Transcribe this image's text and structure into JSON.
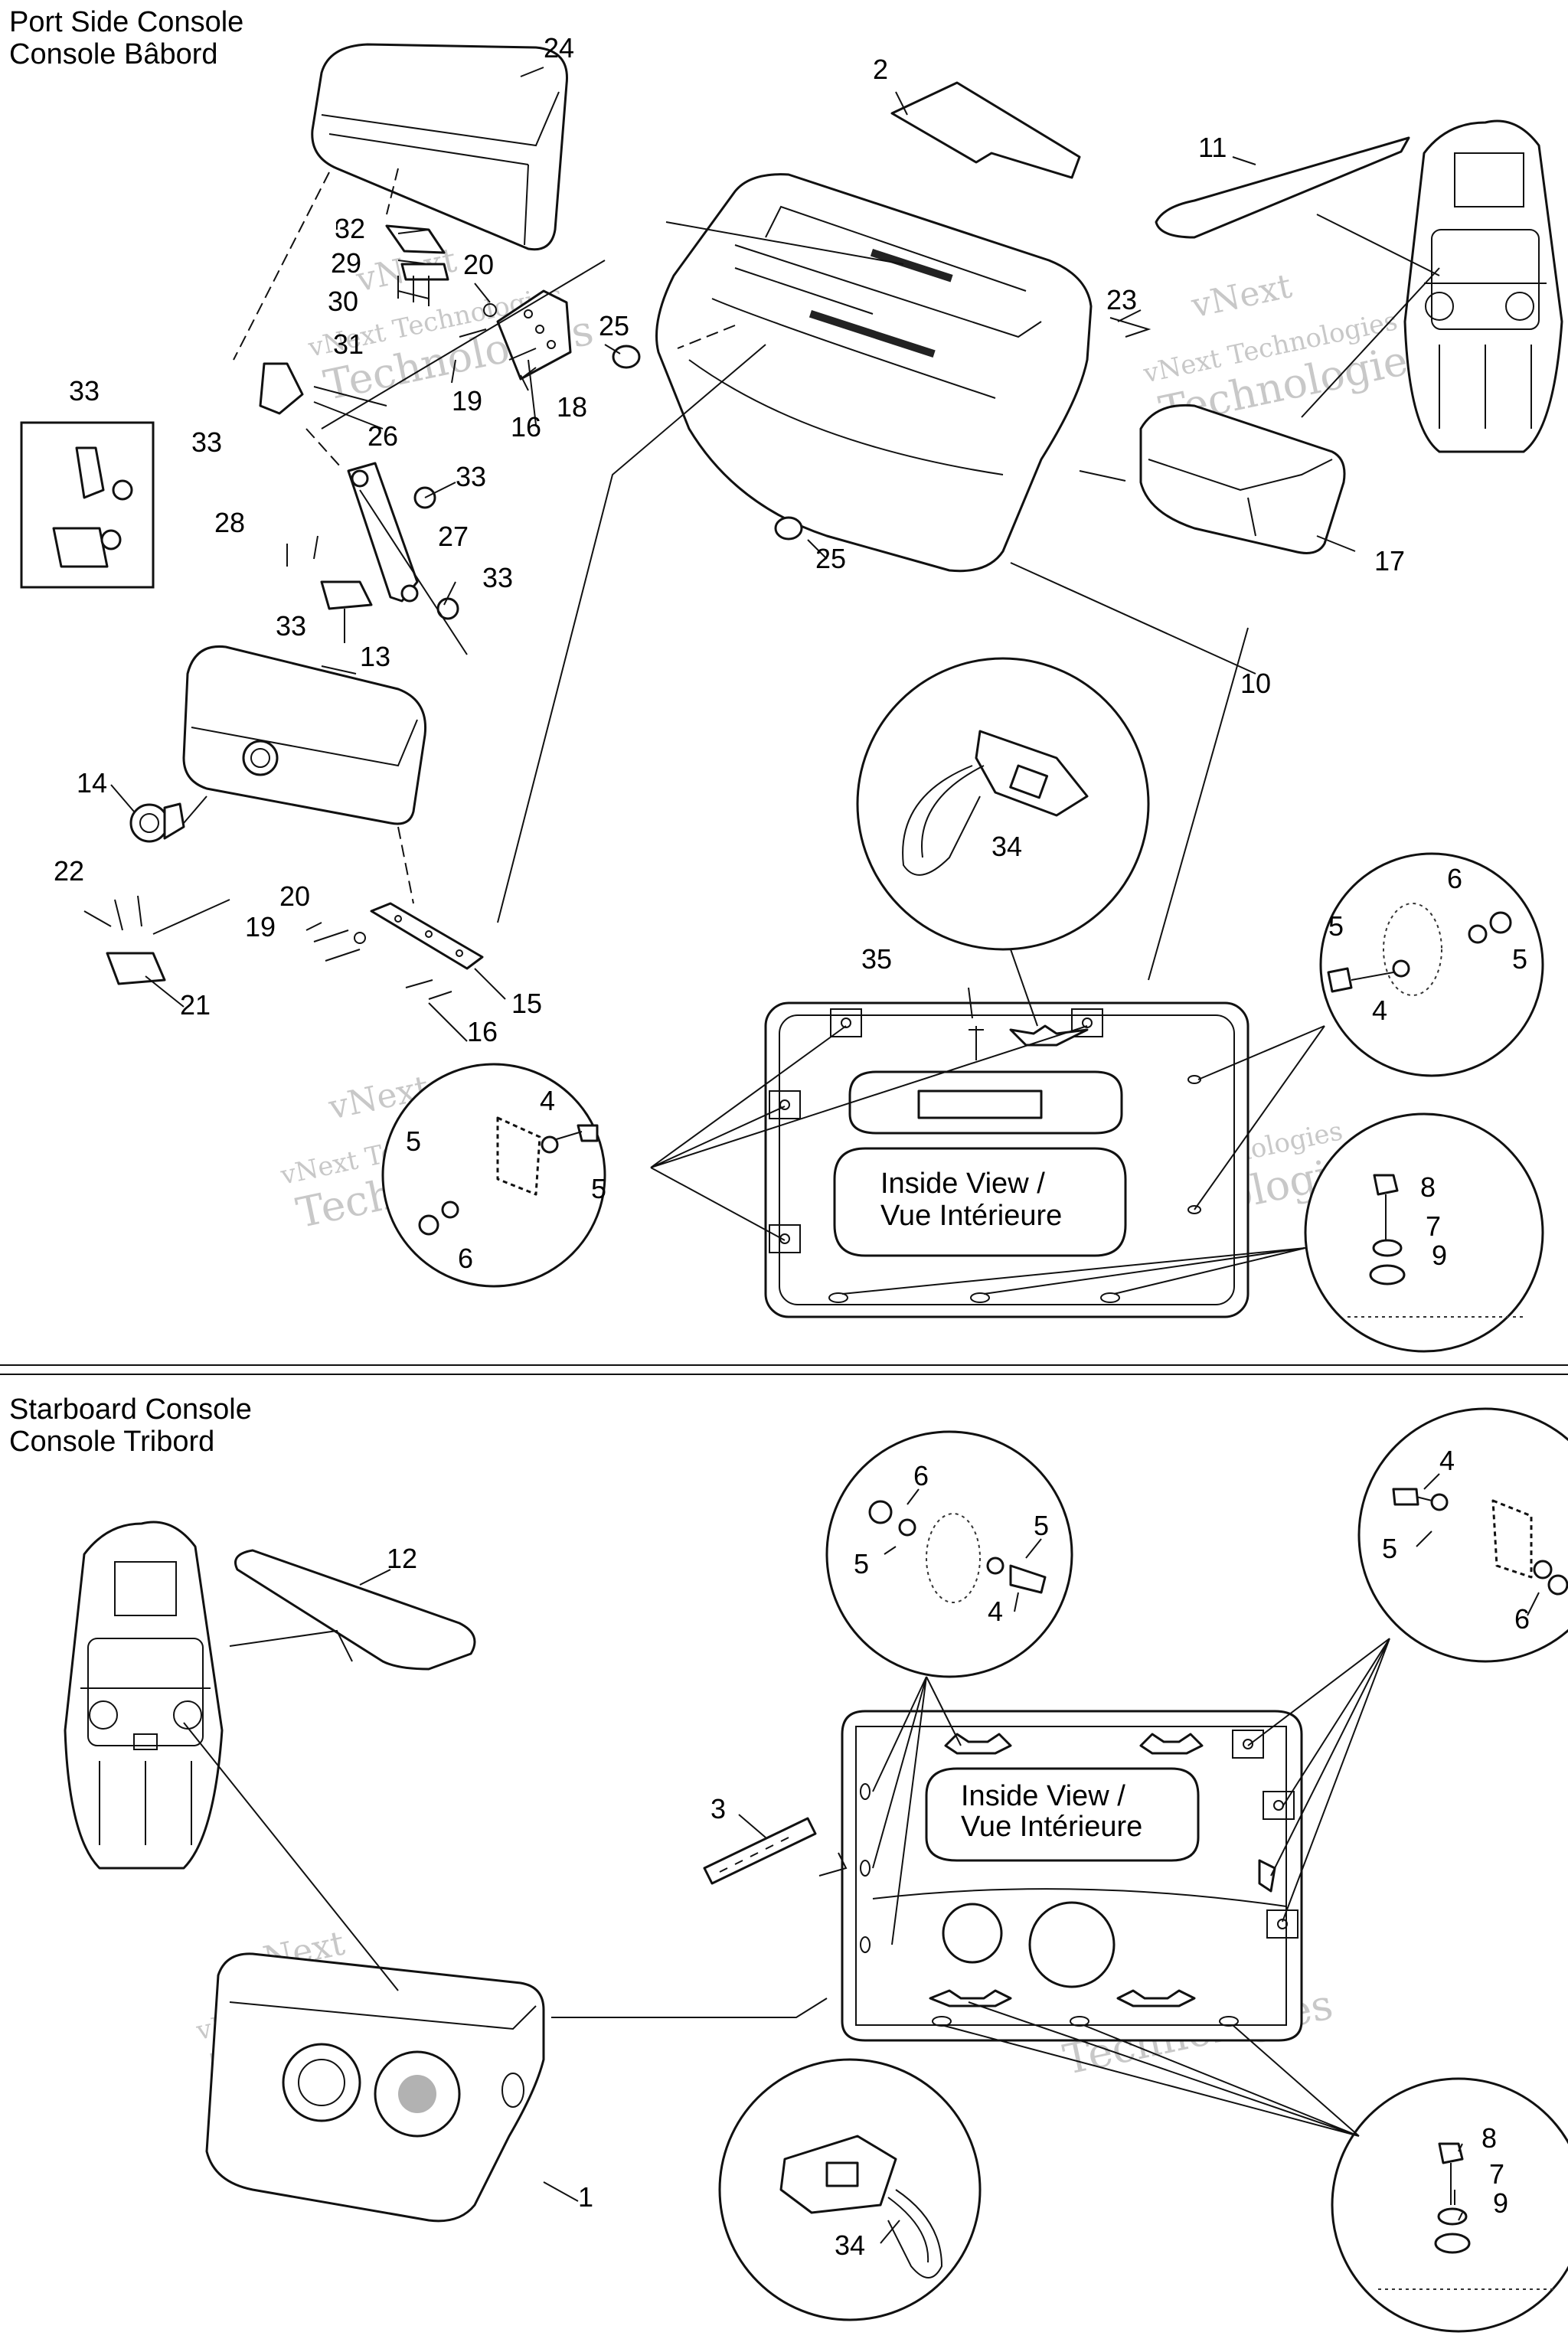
{
  "port_section": {
    "title_en": "Port Side Console",
    "title_fr": "Console Bâbord",
    "inside_view_line1": "Inside View /",
    "inside_view_line2": "Vue Intérieure",
    "callouts": {
      "c24": "24",
      "c2": "2",
      "c11": "11",
      "c32": "32",
      "c29": "29",
      "c20a": "20",
      "c30": "30",
      "c31": "31",
      "c19a": "19",
      "c18": "18",
      "c16a": "16",
      "c25a": "25",
      "c23": "23",
      "c33a": "33",
      "c33b": "33",
      "c26": "26",
      "c33c": "33",
      "c28": "28",
      "c27": "27",
      "c33d": "33",
      "c33e": "33",
      "c25b": "25",
      "c17": "17",
      "c13": "13",
      "c10": "10",
      "c14": "14",
      "c34": "34",
      "c22": "22",
      "c20b": "20",
      "c19b": "19",
      "c21": "21",
      "c15": "15",
      "c16b": "16",
      "c35": "35",
      "c6a": "6",
      "c5a": "5",
      "c5b": "5",
      "c4a": "4",
      "c4b": "4",
      "c5c": "5",
      "c5d": "5",
      "c6b": "6",
      "c8": "8",
      "c7": "7",
      "c9": "9"
    }
  },
  "starboard_section": {
    "title_en": "Starboard Console",
    "title_fr": "Console Tribord",
    "inside_view_line1": "Inside View /",
    "inside_view_line2": "Vue Intérieure",
    "callouts": {
      "c12": "12",
      "c6a": "6",
      "c5a": "5",
      "c5b": "5",
      "c4a": "4",
      "c4b": "4",
      "c5c": "5",
      "c6b": "6",
      "c3": "3",
      "c1": "1",
      "c8": "8",
      "c7": "7",
      "c9": "9",
      "c34": "34"
    }
  },
  "watermark": {
    "line1": "vNext",
    "line2": "vNext Technologies",
    "line3": "Technologies"
  }
}
